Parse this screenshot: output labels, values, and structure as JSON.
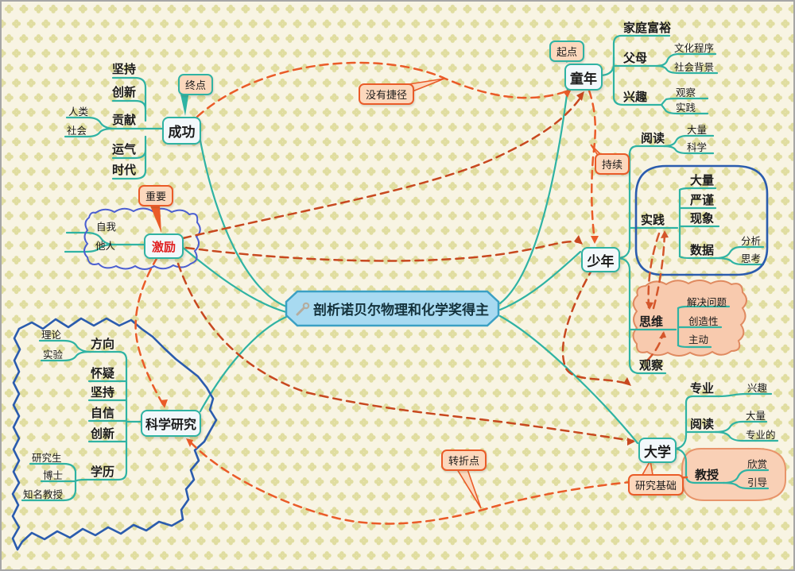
{
  "colors": {
    "canvas_bg": "#f8f4e3",
    "pattern_clover": "#e0dda0",
    "branch_teal": "#2fb3a3",
    "dashed_orange": "#ea5b28",
    "dashed_dark_orange": "#c8481f",
    "boundary_blue": "#2b5cae",
    "cloud_blue": "#4a5ed1",
    "cloud_peach_fill": "#f8caae",
    "cloud_peach_stroke": "#e08a60",
    "center_fill": "#a8daf1",
    "center_stroke": "#3ba0c4",
    "node_fill": "#f2f8fb",
    "callout_fill": "#fcd8bd",
    "motivation_text": "#e02020"
  },
  "mindmap": {
    "center": {
      "label": "剖析诺贝尔物理和化学奖得主",
      "icon": "wrench-icon"
    },
    "callouts": {
      "endpoint": "终点",
      "origin": "起点",
      "important": "重要",
      "no_shortcut": "没有捷径",
      "continuous": "持续",
      "turning_point": "转折点",
      "research_basis": "研究基础"
    },
    "branches": {
      "success": {
        "label": "成功",
        "children": [
          {
            "label": "坚持"
          },
          {
            "label": "创新"
          },
          {
            "label": "贡献",
            "children": [
              {
                "label": "人类"
              },
              {
                "label": "社会"
              }
            ]
          },
          {
            "label": "运气"
          },
          {
            "label": "时代"
          }
        ]
      },
      "motivation": {
        "label": "激励",
        "children": [
          {
            "label": "自我"
          },
          {
            "label": "他人"
          }
        ]
      },
      "childhood": {
        "label": "童年",
        "children": [
          {
            "label": "家庭富裕"
          },
          {
            "label": "父母",
            "children": [
              {
                "label": "文化程序"
              },
              {
                "label": "社会背景"
              }
            ]
          },
          {
            "label": "兴趣",
            "children": [
              {
                "label": "观察"
              },
              {
                "label": "实践"
              }
            ]
          }
        ]
      },
      "youth": {
        "label": "少年",
        "children": [
          {
            "label": "阅读",
            "children": [
              {
                "label": "大量"
              },
              {
                "label": "科学"
              }
            ]
          },
          {
            "label": "实践",
            "children": [
              {
                "label": "大量"
              },
              {
                "label": "严谨"
              },
              {
                "label": "现象"
              },
              {
                "label": "数据",
                "children": [
                  {
                    "label": "分析"
                  },
                  {
                    "label": "思考"
                  }
                ]
              }
            ]
          },
          {
            "label": "思维",
            "children": [
              {
                "label": "解决问题"
              },
              {
                "label": "创造性"
              },
              {
                "label": "主动"
              }
            ]
          },
          {
            "label": "观察"
          }
        ]
      },
      "university": {
        "label": "大学",
        "children": [
          {
            "label": "专业",
            "children": [
              {
                "label": "兴趣"
              }
            ]
          },
          {
            "label": "阅读",
            "children": [
              {
                "label": "大量"
              },
              {
                "label": "专业的"
              }
            ]
          },
          {
            "label": "教授",
            "children": [
              {
                "label": "欣赏"
              },
              {
                "label": "引导"
              }
            ]
          }
        ]
      },
      "research": {
        "label": "科学研究",
        "children": [
          {
            "label": "方向",
            "children": [
              {
                "label": "理论"
              },
              {
                "label": "实验"
              }
            ]
          },
          {
            "label": "怀疑"
          },
          {
            "label": "坚持"
          },
          {
            "label": "自信"
          },
          {
            "label": "创新"
          },
          {
            "label": "学历",
            "children": [
              {
                "label": "研究生"
              },
              {
                "label": "博士"
              },
              {
                "label": "知名教授"
              }
            ]
          }
        ]
      }
    }
  }
}
